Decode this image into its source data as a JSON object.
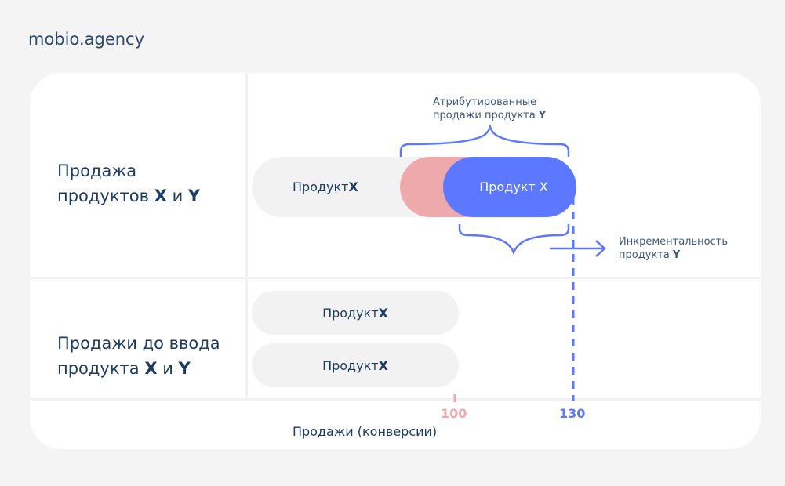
{
  "brand": "mobio.agency",
  "rows": [
    {
      "label_line1": "Продажа",
      "label_line2_prefix": "продуктов ",
      "label_x": "X",
      "label_and": " и ",
      "label_y": "Y"
    },
    {
      "label_line1": "Продажи до ввода",
      "label_line2_prefix": "продукта ",
      "label_x": "X",
      "label_and": " и ",
      "label_y": "Y"
    }
  ],
  "pills": {
    "product_prefix": "Продукт ",
    "product_bold": "X",
    "blue_label": "Продукт X"
  },
  "annotations": {
    "attributed_line1": "Атрибутированные",
    "attributed_line2": "продажи продукта ",
    "attributed_bold": "Y",
    "incremental_line1": "Инкрементальность",
    "incremental_line2": "продукта ",
    "incremental_bold": "Y"
  },
  "axis": {
    "title": "Продажи (конверсии)",
    "ticks": [
      {
        "value": "100",
        "color": "#eea9ad"
      },
      {
        "value": "130",
        "color": "#5b78ff"
      }
    ]
  },
  "colors": {
    "blue": "#5b78ff",
    "pink": "#eea9ad",
    "gray": "#f2f2f2",
    "text": "#1d3c63"
  }
}
